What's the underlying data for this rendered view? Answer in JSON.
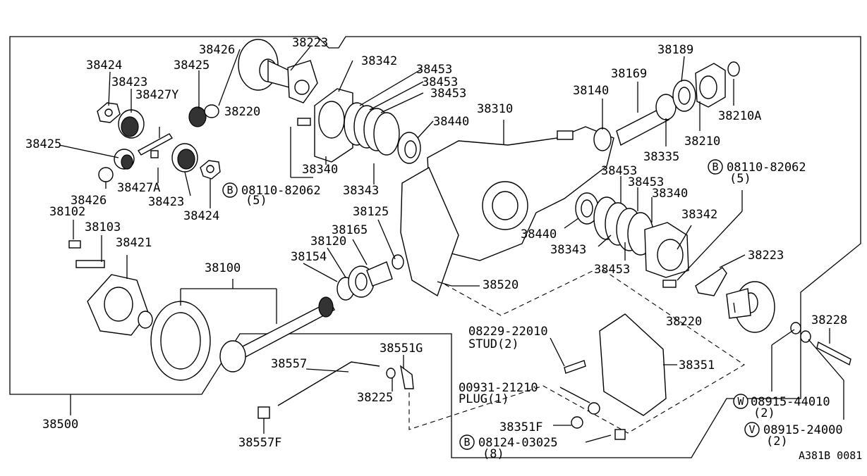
{
  "labels": {
    "p38223_top": "38223",
    "p38426_top": "38426",
    "p38424_top": "38424",
    "p38425_top": "38425",
    "p38423_top": "38423",
    "p38427Y": "38427Y",
    "p38220_top": "38220",
    "p38425_left": "38425",
    "p38426_bot": "38426",
    "p38427A": "38427A",
    "p38423_bot": "38423",
    "p38424_bot": "38424",
    "p38342_top": "38342",
    "p38453_a": "38453",
    "p38453_b": "38453",
    "p38453_c": "38453",
    "p38440_top": "38440",
    "p38340_top": "38340",
    "p38343_top": "38343",
    "p38310": "38310",
    "p38189": "38189",
    "p38169": "38169",
    "p38140": "38140",
    "p38210A": "38210A",
    "p38210": "38210",
    "p38335": "38335",
    "bolt_08110_left": "08110-82062",
    "bolt_08110_left_qty": "(5)",
    "bolt_08110_right": "08110-82062",
    "bolt_08110_right_qty": "(5)",
    "p38453_d": "38453",
    "p38453_e": "38453",
    "p38340_right": "38340",
    "p38342_right": "38342",
    "p38440_right": "38440",
    "p38343_right": "38343",
    "p38453_f": "38453",
    "p38102": "38102",
    "p38103": "38103",
    "p38421": "38421",
    "p38125": "38125",
    "p38165": "38165",
    "p38120": "38120",
    "p38154": "38154",
    "p38100": "38100",
    "p38520": "38520",
    "p38223_right": "38223",
    "p38220_right": "38220",
    "p38228": "38228",
    "stud_part": "08229-22010",
    "stud_label": "STUD(2)",
    "p38351": "38351",
    "plug_part": "00931-21210",
    "plug_label": "PLUG(1)",
    "p38351F": "38351F",
    "bolt_08124": "08124-03025",
    "bolt_08124_qty": "(8)",
    "washer_08915_44010": "08915-44010",
    "washer_08915_44010_qty": "(2)",
    "washer_08915_24000": "08915-24000",
    "washer_08915_24000_qty": "(2)",
    "p38551G": "38551G",
    "p38557": "38557",
    "p38225": "38225",
    "p38557F": "38557F",
    "p38500": "38500",
    "diagram_code": "A381B 0081"
  },
  "markers": {
    "b_left": "B",
    "b_right": "B",
    "b_bottom": "B",
    "w_washer": "W",
    "v_washer": "V"
  }
}
